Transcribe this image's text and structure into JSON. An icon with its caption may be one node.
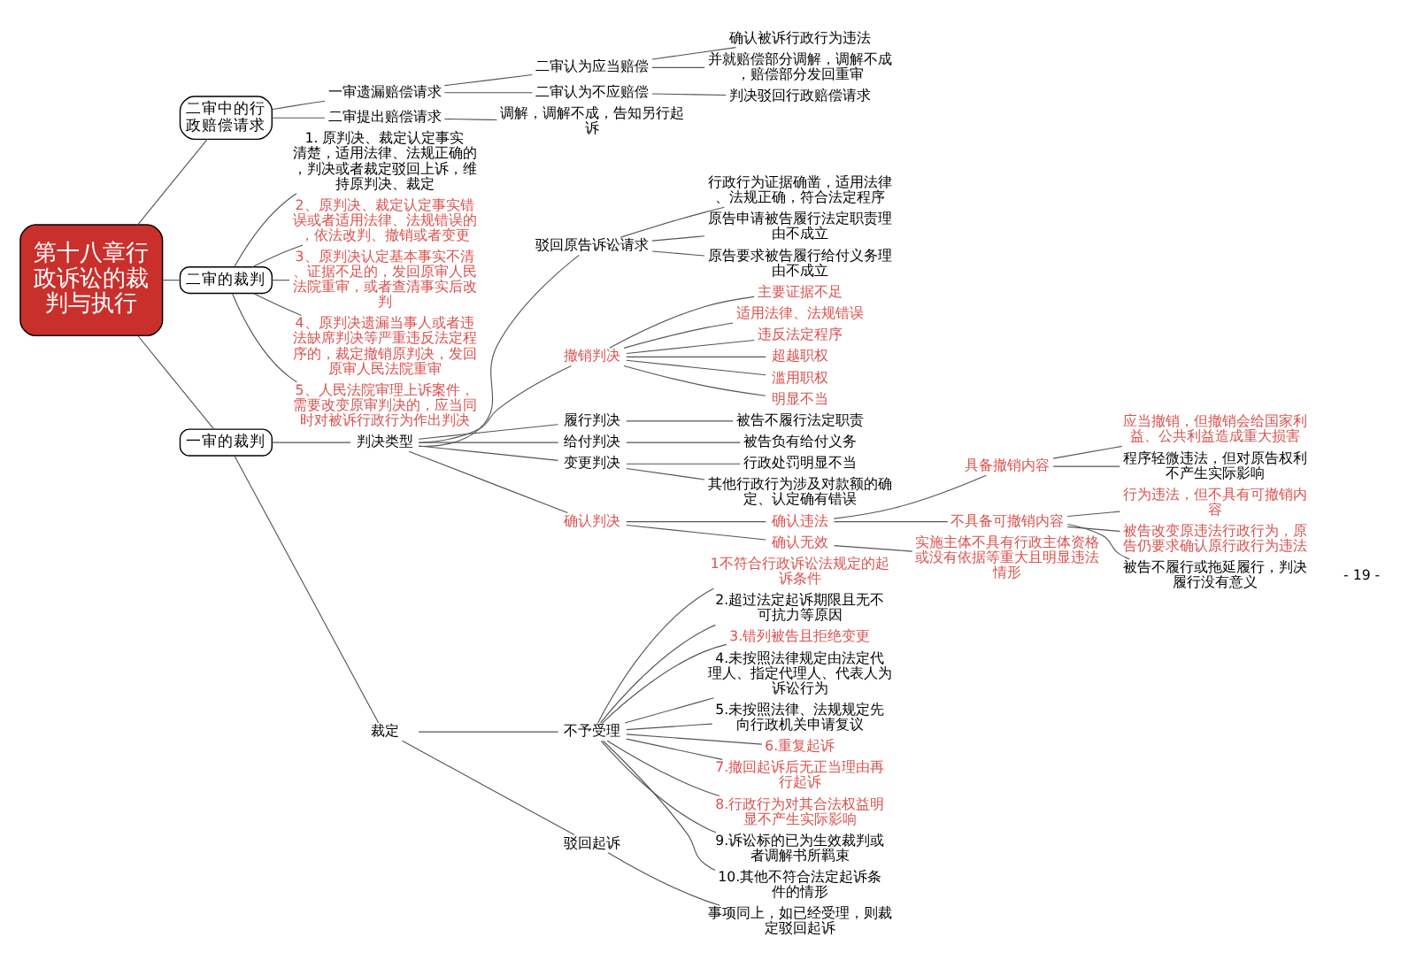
{
  "diagram": {
    "nodes": [
      {
        "text": [
          "第十八章行政诉讼的裁判与执行"
        ]
      },
      {
        "text": [
          "二审中的行政赔偿请求"
        ]
      },
      {
        "text": [
          "一审遗漏赔偿请求"
        ]
      },
      {
        "text": [
          "二审认为应当赔偿"
        ]
      },
      {
        "text": [
          "确认被诉行政行为违法"
        ]
      },
      {
        "text": [
          "并就赔偿部分调解，调解不成，赔偿部分发回重审"
        ]
      },
      {
        "text": [
          "二审认为不应赔偿"
        ]
      },
      {
        "text": [
          "判决驳回行政赔偿请求"
        ]
      },
      {
        "text": [
          "二审提出赔偿请求"
        ]
      },
      {
        "text": [
          "调解，调解不成，告知另行起诉"
        ]
      },
      {
        "text": [
          "二审的裁判"
        ]
      },
      {
        "text": [
          "1. 原判决、裁定认定事实清楚，适用法律、法规正确的，判决或者裁定驳回上诉，维持原判决、裁定"
        ]
      },
      {
        "text": [
          "2、原判决、裁定认定事实错误或者适用法律、法规错误的，依法改判、撤销或者变更"
        ]
      },
      {
        "text": [
          "3、原判决认定基本事实不清、证据不足的，发回原审人民法院重审，或者查清事实后改判"
        ]
      },
      {
        "text": [
          "4、原判决遗漏当事人或者违法缺席判决等严重违反法定程序的，裁定撤销原判决，发回原审人民法院重审"
        ]
      },
      {
        "text": [
          "5、人民法院审理上诉案件，需要改变原审判决的，应当同时对被诉行政行为作出判决"
        ]
      },
      {
        "text": [
          "一审的裁判"
        ]
      },
      {
        "text": [
          "判决类型"
        ]
      },
      {
        "text": [
          "驳回原告诉讼请求"
        ]
      },
      {
        "text": [
          "行政行为证据确凿，适用法律、法规正确，符合法定程序"
        ]
      },
      {
        "text": [
          "原告申请被告履行法定职责理由不成立"
        ]
      },
      {
        "text": [
          "原告要求被告履行给付义务理由不成立"
        ]
      },
      {
        "text": [
          "撤销判决"
        ]
      },
      {
        "text": [
          "主要证据不足"
        ]
      },
      {
        "text": [
          "适用法律、法规错误"
        ]
      },
      {
        "text": [
          "违反法定程序"
        ]
      },
      {
        "text": [
          "超越职权"
        ]
      },
      {
        "text": [
          "滥用职权"
        ]
      },
      {
        "text": [
          "明显不当"
        ]
      },
      {
        "text": [
          "履行判决"
        ]
      },
      {
        "text": [
          "被告不履行法定职责"
        ]
      },
      {
        "text": [
          "给付判决"
        ]
      },
      {
        "text": [
          "被告负有给付义务"
        ]
      },
      {
        "text": [
          "变更判决"
        ]
      },
      {
        "text": [
          "行政处罚明显不当"
        ]
      },
      {
        "text": [
          "其他行政行为涉及对款额的确定、认定确有错误"
        ]
      },
      {
        "text": [
          "确认判决"
        ]
      },
      {
        "text": [
          "确认违法"
        ]
      },
      {
        "text": [
          "具备撤销内容"
        ]
      },
      {
        "text": [
          "应当撤销，但撤销会给国家利益、公共利益造成重大损害"
        ]
      },
      {
        "text": [
          "程序轻微违法，但对原告权利不产生实际影响"
        ]
      },
      {
        "text": [
          "不具备可撤销内容"
        ]
      },
      {
        "text": [
          "行为违法，但不具有可撤销内容"
        ]
      },
      {
        "text": [
          "被告改变原违法行政行为，原告仍要求确认原行政行为违法"
        ]
      },
      {
        "text": [
          "被告不履行或拖延履行，判决履行没有意义"
        ]
      },
      {
        "text": [
          "确认无效"
        ]
      },
      {
        "text": [
          "实施主体不具有行政主体资格或没有依据等重大且明显违法情形"
        ]
      },
      {
        "text": [
          "裁定"
        ]
      },
      {
        "text": [
          "不予受理"
        ]
      },
      {
        "text": [
          "1不符合行政诉讼法规定的起诉条件"
        ]
      },
      {
        "text": [
          "2.超过法定起诉期限且无不可抗力等原因"
        ]
      },
      {
        "text": [
          "3.错列被告且拒绝变更"
        ]
      },
      {
        "text": [
          "4.未按照法律规定由法定代理人、指定代理人、代表人为诉讼行为"
        ]
      },
      {
        "text": [
          "5.未按照法律、法规规定先向行政机关申请复议"
        ]
      },
      {
        "text": [
          "6.重复起诉"
        ]
      },
      {
        "text": [
          "7.撤回起诉后无正当理由再行起诉"
        ]
      },
      {
        "text": [
          "8.行政行为对其合法权益明显不产生实际影响"
        ]
      },
      {
        "text": [
          "9.诉讼标的已为生效裁判或者调解书所羁束"
        ]
      },
      {
        "text": [
          "10.其他不符合法定起诉条件的情形"
        ]
      },
      {
        "text": [
          "驳回起诉"
        ]
      },
      {
        "text": [
          "事项同上，如已经受理，则裁定驳回起诉"
        ]
      }
    ],
    "edges": [
      {
        "from": 0,
        "to": 1,
        "arrow": "none"
      },
      {
        "from": 1,
        "to": 2,
        "arrow": "none"
      },
      {
        "from": 2,
        "to": 3,
        "arrow": "none"
      },
      {
        "from": 3,
        "to": 4,
        "arrow": "none"
      },
      {
        "from": 3,
        "to": 5,
        "arrow": "none"
      },
      {
        "from": 2,
        "to": 6,
        "arrow": "none"
      },
      {
        "from": 6,
        "to": 7,
        "arrow": "none"
      },
      {
        "from": 1,
        "to": 8,
        "arrow": "none"
      },
      {
        "from": 8,
        "to": 9,
        "arrow": "none"
      },
      {
        "from": 0,
        "to": 10,
        "arrow": "none"
      },
      {
        "from": 10,
        "to": 11,
        "arrow": "none"
      },
      {
        "from": 10,
        "to": 12,
        "arrow": "none"
      },
      {
        "from": 10,
        "to": 13,
        "arrow": "none"
      },
      {
        "from": 10,
        "to": 14,
        "arrow": "none"
      },
      {
        "from": 10,
        "to": 15,
        "arrow": "none"
      },
      {
        "from": 0,
        "to": 16,
        "arrow": "none"
      },
      {
        "from": 16,
        "to": 17,
        "arrow": "none"
      },
      {
        "from": 17,
        "to": 18,
        "arrow": "none"
      },
      {
        "from": 18,
        "to": 19,
        "arrow": "none"
      },
      {
        "from": 18,
        "to": 20,
        "arrow": "none"
      },
      {
        "from": 18,
        "to": 21,
        "arrow": "none"
      },
      {
        "from": 17,
        "to": 22,
        "arrow": "none"
      },
      {
        "from": 22,
        "to": 23,
        "arrow": "none"
      },
      {
        "from": 22,
        "to": 24,
        "arrow": "none"
      },
      {
        "from": 22,
        "to": 25,
        "arrow": "none"
      },
      {
        "from": 22,
        "to": 26,
        "arrow": "none"
      },
      {
        "from": 22,
        "to": 27,
        "arrow": "none"
      },
      {
        "from": 22,
        "to": 28,
        "arrow": "none"
      },
      {
        "from": 17,
        "to": 29,
        "arrow": "none"
      },
      {
        "from": 29,
        "to": 30,
        "arrow": "none"
      },
      {
        "from": 17,
        "to": 31,
        "arrow": "none"
      },
      {
        "from": 31,
        "to": 32,
        "arrow": "none"
      },
      {
        "from": 17,
        "to": 33,
        "arrow": "none"
      },
      {
        "from": 33,
        "to": 34,
        "arrow": "none"
      },
      {
        "from": 33,
        "to": 35,
        "arrow": "none"
      },
      {
        "from": 17,
        "to": 36,
        "arrow": "none"
      },
      {
        "from": 36,
        "to": 37,
        "arrow": "none"
      },
      {
        "from": 37,
        "to": 38,
        "arrow": "none"
      },
      {
        "from": 38,
        "to": 39,
        "arrow": "none"
      },
      {
        "from": 38,
        "to": 40,
        "arrow": "none"
      },
      {
        "from": 37,
        "to": 41,
        "arrow": "none"
      },
      {
        "from": 41,
        "to": 42,
        "arrow": "none"
      },
      {
        "from": 41,
        "to": 43,
        "arrow": "none"
      },
      {
        "from": 41,
        "to": 44,
        "arrow": "none"
      },
      {
        "from": 36,
        "to": 45,
        "arrow": "none"
      },
      {
        "from": 45,
        "to": 46,
        "arrow": "none"
      },
      {
        "from": 16,
        "to": 47,
        "arrow": "none"
      },
      {
        "from": 47,
        "to": 48,
        "arrow": "none"
      },
      {
        "from": 48,
        "to": 49,
        "arrow": "none"
      },
      {
        "from": 48,
        "to": 50,
        "arrow": "none"
      },
      {
        "from": 48,
        "to": 51,
        "arrow": "none"
      },
      {
        "from": 48,
        "to": 52,
        "arrow": "none"
      },
      {
        "from": 48,
        "to": 53,
        "arrow": "none"
      },
      {
        "from": 48,
        "to": 54,
        "arrow": "none"
      },
      {
        "from": 48,
        "to": 55,
        "arrow": "none"
      },
      {
        "from": 48,
        "to": 56,
        "arrow": "none"
      },
      {
        "from": 48,
        "to": 57,
        "arrow": "none"
      },
      {
        "from": 48,
        "to": 58,
        "arrow": "none"
      },
      {
        "from": 47,
        "to": 59,
        "arrow": "none"
      },
      {
        "from": 59,
        "to": 60,
        "arrow": "none"
      }
    ],
    "labels": [
      "- 19 -"
    ]
  }
}
